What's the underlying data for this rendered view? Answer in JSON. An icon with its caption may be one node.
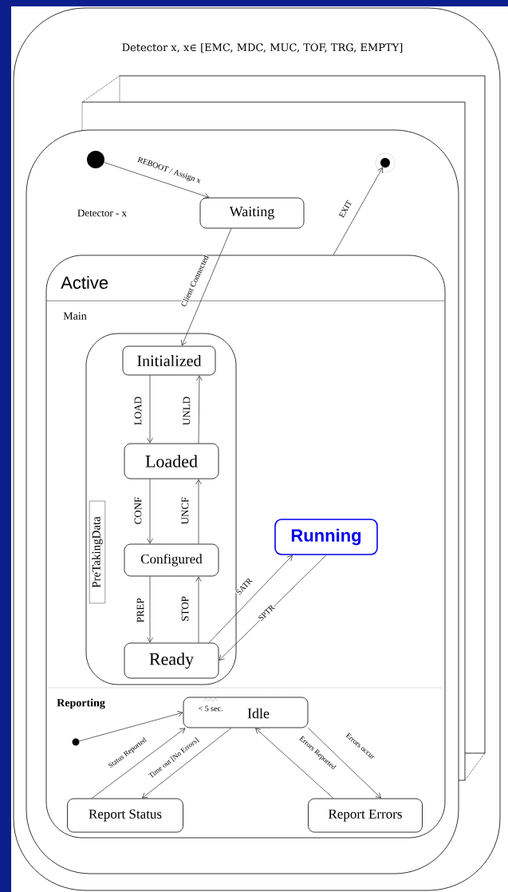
{
  "diagram": {
    "nodes": [
      {
        "text": [
          "Detector x, x∈ [EMC, MDC, MUC, TOF, TRG, EMPTY]"
        ]
      },
      {
        "text": [
          "Detector - x"
        ],
        "in": 0
      },
      {
        "text": [],
        "shape": "circle",
        "in": 1
      },
      {
        "text": [],
        "shape": "circle",
        "in": 1
      },
      {
        "text": [
          "Waiting"
        ],
        "in": 1
      },
      {
        "text": [
          "Active",
          "Main",
          "Reporting"
        ],
        "in": 1
      },
      {
        "text": [
          "PreTakingData"
        ],
        "in": 5
      },
      {
        "text": [
          "Initialized"
        ],
        "in": 6
      },
      {
        "text": [
          "Loaded"
        ],
        "in": 6
      },
      {
        "text": [
          "Configured"
        ],
        "in": 6
      },
      {
        "text": [
          "Ready"
        ],
        "in": 6
      },
      {
        "text": [
          "Running"
        ],
        "in": 5
      },
      {
        "text": [],
        "shape": "circle",
        "in": 5
      },
      {
        "text": [
          "< 5 sec.",
          "Idle"
        ],
        "in": 5
      },
      {
        "text": [
          "Report Status"
        ],
        "in": 5
      },
      {
        "text": [
          "Report Errors"
        ],
        "in": 5
      }
    ],
    "edges": [
      {
        "from": 2,
        "to": 4,
        "arrow": "to",
        "label": "REBOOT / Assign x"
      },
      {
        "from": 4,
        "to": 7,
        "arrow": "to",
        "label": "Client Connected"
      },
      {
        "from": 5,
        "to": 3,
        "arrow": "to",
        "label": "EXIT"
      },
      {
        "from": 7,
        "to": 8,
        "arrow": "to",
        "label": "LOAD"
      },
      {
        "from": 8,
        "to": 7,
        "arrow": "to",
        "label": "UNLD"
      },
      {
        "from": 8,
        "to": 9,
        "arrow": "to",
        "label": "CONF"
      },
      {
        "from": 9,
        "to": 8,
        "arrow": "to",
        "label": "UNCF"
      },
      {
        "from": 9,
        "to": 10,
        "arrow": "to",
        "label": "PREP"
      },
      {
        "from": 10,
        "to": 9,
        "arrow": "to",
        "label": "STOP"
      },
      {
        "from": 10,
        "to": 11,
        "arrow": "to",
        "label": "SATR"
      },
      {
        "from": 11,
        "to": 10,
        "arrow": "to",
        "label": "SPTR"
      },
      {
        "from": 12,
        "to": 13,
        "arrow": "to"
      },
      {
        "from": 14,
        "to": 13,
        "arrow": "to",
        "label": "Status Reported"
      },
      {
        "from": 13,
        "to": 14,
        "arrow": "to",
        "label": "Time out [No Errors]"
      },
      {
        "from": 15,
        "to": 13,
        "arrow": "to",
        "label": "Errors Reported"
      },
      {
        "from": 13,
        "to": 15,
        "arrow": "to",
        "label": "Errors occur"
      }
    ]
  }
}
